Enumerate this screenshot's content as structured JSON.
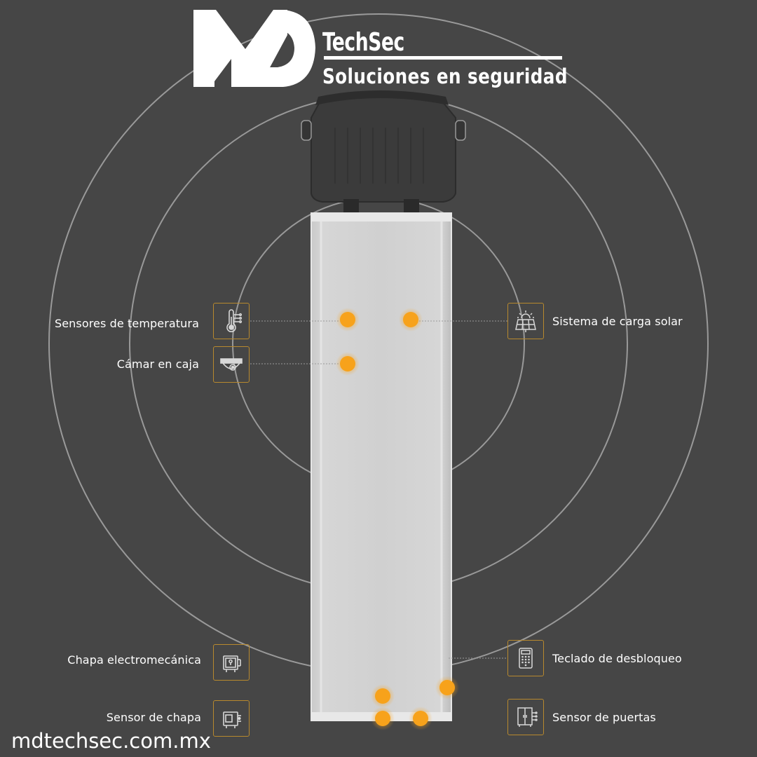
{
  "brand": {
    "logo_letters": "MD",
    "name": "TechSec",
    "tagline": "Soluciones en seguridad"
  },
  "features": {
    "temperature_sensors": {
      "label": "Sensores de temperatura",
      "icon": "thermometer-icon"
    },
    "box_camera": {
      "label": "Cámar en caja",
      "icon": "dome-camera-icon"
    },
    "solar_charging": {
      "label": "Sistema de carga solar",
      "icon": "solar-panel-icon"
    },
    "electromechanical_lock": {
      "label": "Chapa electromecánica",
      "icon": "electric-lock-icon"
    },
    "lock_sensor": {
      "label": "Sensor de chapa",
      "icon": "lock-sensor-icon"
    },
    "unlock_keypad": {
      "label": "Teclado de desbloqueo",
      "icon": "keypad-icon"
    },
    "door_sensor": {
      "label": "Sensor de puertas",
      "icon": "door-sensor-icon"
    }
  },
  "website": "mdtechsec.com.mx",
  "colors": {
    "background": "#464646",
    "accent": "#f7a21b",
    "icon_border": "#b8892e",
    "trailer": "#d2d2d2",
    "cab": "#3a3a3a"
  }
}
